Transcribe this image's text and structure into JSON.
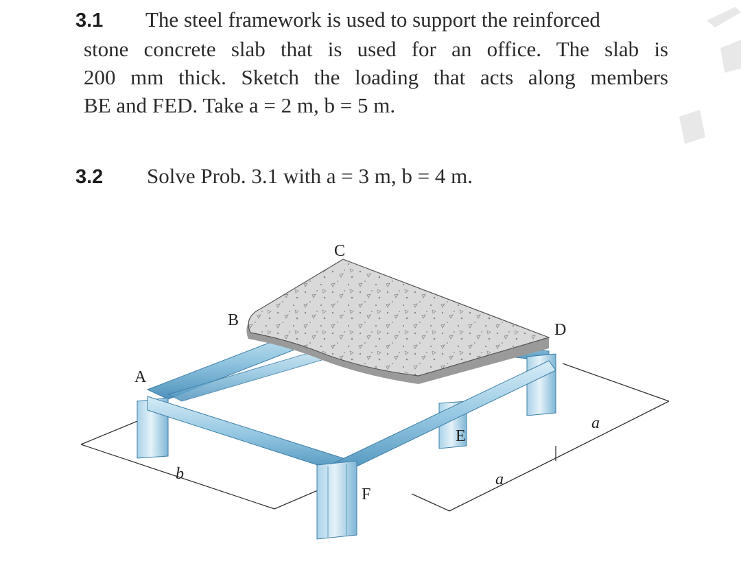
{
  "problem_1": {
    "number": "3.1",
    "line1": "The steel framework is used to support the reinforced",
    "line2": "stone concrete slab that is used for an office. The slab is",
    "line3": "200 mm thick. Sketch the loading that acts along members",
    "line4": "BE and FED. Take a = 2 m, b = 5 m."
  },
  "problem_2": {
    "number": "3.2",
    "text": "Solve Prob. 3.1 with a = 3 m, b = 4 m."
  },
  "figure": {
    "labels": {
      "A": "A",
      "B": "B",
      "C": "C",
      "D": "D",
      "E": "E",
      "F": "F",
      "a_right": "a",
      "a_bottom": "a",
      "b": "b"
    },
    "colors": {
      "steel_light": "#c9e3f1",
      "steel_mid": "#8cc3df",
      "steel_dark": "#4f93bd",
      "concrete": "#d9d9d9",
      "dimension_line": "#333333"
    }
  }
}
